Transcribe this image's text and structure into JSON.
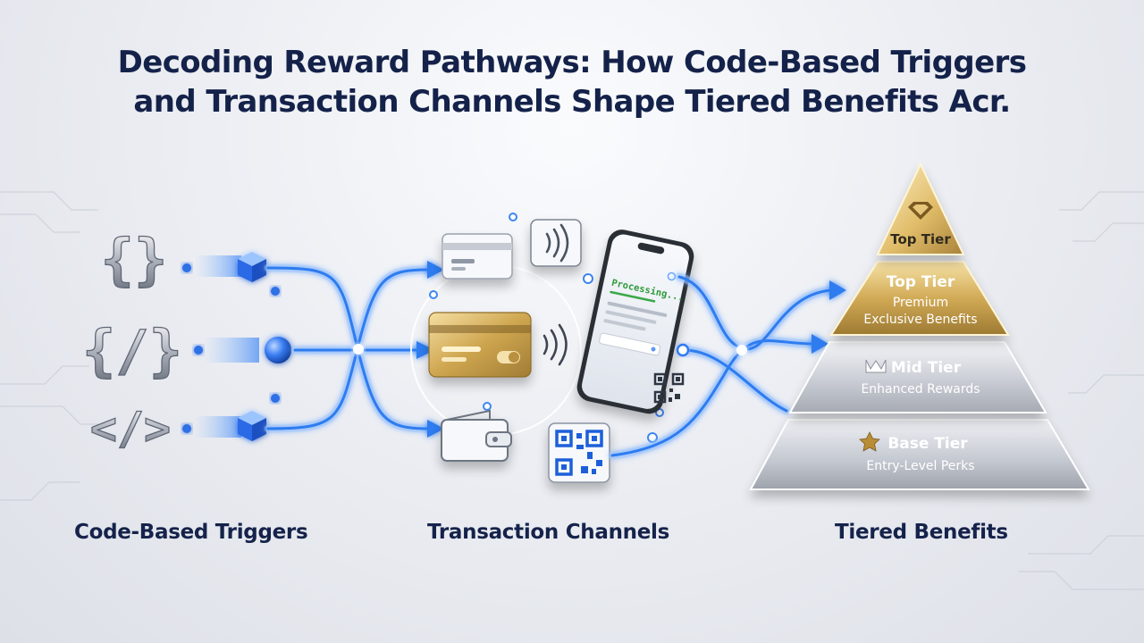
{
  "title": {
    "line1": "Decoding Reward Pathways: How Code-Based Triggers",
    "line2": "and Transaction Channels Shape Tiered Benefits Acr."
  },
  "columns": {
    "triggers": "Code-Based Triggers",
    "channels": "Transaction Channels",
    "benefits": "Tiered Benefits"
  },
  "trigger_glyphs": {
    "braces": "{}",
    "code_slash": "{/}",
    "tag": "</>"
  },
  "phone": {
    "status": "Processing..."
  },
  "tiers": {
    "apex": {
      "name": "Top Tier"
    },
    "top": {
      "name": "Top Tier",
      "line1": "Premium",
      "line2": "Exclusive Benefits"
    },
    "mid": {
      "name": "Mid Tier",
      "line1": "Enhanced Rewards"
    },
    "base": {
      "name": "Base Tier",
      "line1": "Entry-Level Perks"
    }
  },
  "icons": {
    "triggers": [
      "braces-icon",
      "code-brackets-icon",
      "code-tag-icon"
    ],
    "channels": [
      "credit-card-icon",
      "contactless-icon",
      "wallet-icon",
      "qr-code-icon",
      "smartphone-icon"
    ],
    "tiers": [
      "diamond-icon",
      "crown-icon",
      "star-icon"
    ]
  },
  "colors": {
    "title": "#14224a",
    "flow_blue": "#2f7cf0",
    "gold": "#c9a046",
    "silver": "#c8ccd4"
  }
}
